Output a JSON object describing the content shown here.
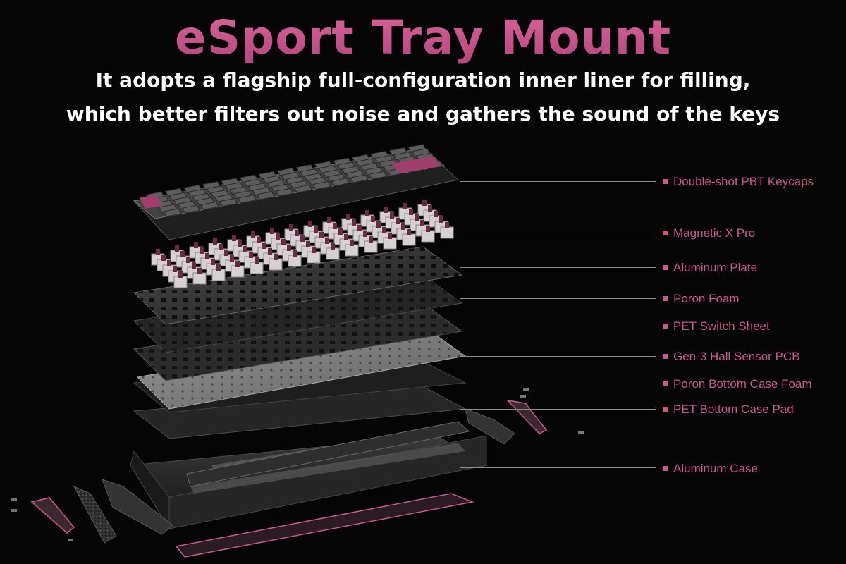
{
  "header": {
    "title": "eSport Tray Mount",
    "subtitle_line1": "It adopts a flagship full-configuration inner liner for filling,",
    "subtitle_line2": "which better filters out noise and gathers the sound of the keys"
  },
  "colors": {
    "accent": "#c9588e",
    "background": "#050505",
    "leader_line": "#8f8f8f"
  },
  "layers": [
    {
      "name": "Double-shot PBT Keycaps"
    },
    {
      "name": "Magnetic X Pro"
    },
    {
      "name": "Aluminum Plate"
    },
    {
      "name": "Poron Foam"
    },
    {
      "name": "PET Switch Sheet"
    },
    {
      "name": "Gen-3 Hall Sensor PCB"
    },
    {
      "name": "Poron Bottom Case Foam"
    },
    {
      "name": "PET Bottom Case Pad"
    },
    {
      "name": "Aluminum Case"
    }
  ]
}
